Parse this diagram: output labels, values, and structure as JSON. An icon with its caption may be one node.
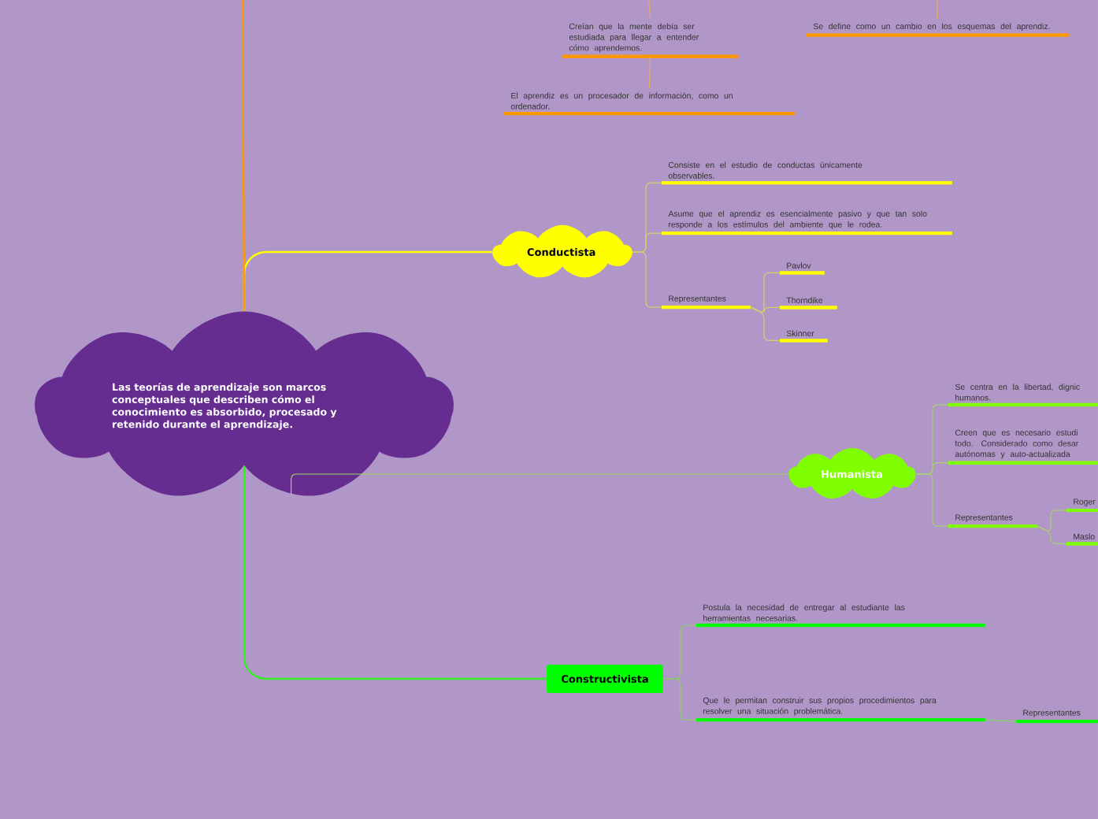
{
  "diagram": {
    "nodes": [
      {
        "text": [
          "Las teorías de aprendizaje son marcos conceptuales que describen cómo el conocimiento es absorbido, procesado y retenido durante el aprendizaje."
        ]
      },
      {
        "text": [
          "Conductista"
        ]
      },
      {
        "text": [
          "Humanista"
        ]
      },
      {
        "text": [
          "Constructivista"
        ]
      },
      {
        "text": [
          "Creían que la mente debía ser estudiada para llegar a entender cómo aprendemos."
        ]
      },
      {
        "text": [
          "Se define como un cambio en los esquemas del aprendiz."
        ]
      },
      {
        "text": [
          "El aprendiz es un procesador de información, como un ordenador."
        ]
      },
      {
        "text": [
          "Consiste en el estudio de conductas únicamente observables."
        ]
      },
      {
        "text": [
          "Asume que el aprendiz es esencialmente pasivo y que tan solo responde a los estímulos del ambiente que le rodea."
        ]
      },
      {
        "text": [
          "Representantes"
        ]
      },
      {
        "text": [
          "Pavlov"
        ]
      },
      {
        "text": [
          "Thorndike"
        ]
      },
      {
        "text": [
          "Skinner"
        ]
      },
      {
        "text": [
          "Se centra en la libertad, dignic humanos."
        ]
      },
      {
        "text": [
          "Creen que es necesario estudi todo. Considerado como desar autónomas y auto-actualizada"
        ]
      },
      {
        "text": [
          "Representantes"
        ]
      },
      {
        "text": [
          "Roger"
        ]
      },
      {
        "text": [
          "Maslo"
        ]
      },
      {
        "text": [
          "Postula la necesidad de entregar al estudiante las herramientas necesarias."
        ]
      },
      {
        "text": [
          "Que le permitan construir sus propios procedimientos para resolver una situación problemática."
        ]
      },
      {
        "text": [
          "Representantes"
        ]
      }
    ],
    "edges": [
      {
        "from": 0,
        "to": 1,
        "arrow": "none",
        "color": "#ffff00"
      },
      {
        "from": 0,
        "to": 2,
        "arrow": "none",
        "color": "#9ad85a"
      },
      {
        "from": 0,
        "to": 3,
        "arrow": "none",
        "color": "#33ee22"
      },
      {
        "from": 0,
        "to": null,
        "arrow": "none",
        "color": "#ff9900"
      },
      {
        "from": 1,
        "to": 7,
        "arrow": "none",
        "color": "#d8cf6a"
      },
      {
        "from": 1,
        "to": 8,
        "arrow": "none",
        "color": "#d8cf6a"
      },
      {
        "from": 1,
        "to": 9,
        "arrow": "none",
        "color": "#d8cf6a"
      },
      {
        "from": 9,
        "to": 10,
        "arrow": "none",
        "color": "#d8cf6a"
      },
      {
        "from": 9,
        "to": 11,
        "arrow": "none",
        "color": "#d8cf6a"
      },
      {
        "from": 9,
        "to": 12,
        "arrow": "none",
        "color": "#d8cf6a"
      },
      {
        "from": 2,
        "to": 13,
        "arrow": "none",
        "color": "#a8d070"
      },
      {
        "from": 2,
        "to": 14,
        "arrow": "none",
        "color": "#a8d070"
      },
      {
        "from": 2,
        "to": 15,
        "arrow": "none",
        "color": "#a8d070"
      },
      {
        "from": 15,
        "to": 16,
        "arrow": "none",
        "color": "#a8d070"
      },
      {
        "from": 15,
        "to": 17,
        "arrow": "none",
        "color": "#a8d070"
      },
      {
        "from": 3,
        "to": 18,
        "arrow": "none",
        "color": "#88d060"
      },
      {
        "from": 3,
        "to": 19,
        "arrow": "none",
        "color": "#88d060"
      },
      {
        "from": 19,
        "to": 20,
        "arrow": "none",
        "color": "#88d060"
      },
      {
        "from": null,
        "to": 4,
        "arrow": "none",
        "color": "#e8a870"
      },
      {
        "from": 4,
        "to": 6,
        "arrow": "none",
        "color": "#e8a870"
      },
      {
        "from": null,
        "to": 5,
        "arrow": "none",
        "color": "#e8a870"
      }
    ]
  }
}
